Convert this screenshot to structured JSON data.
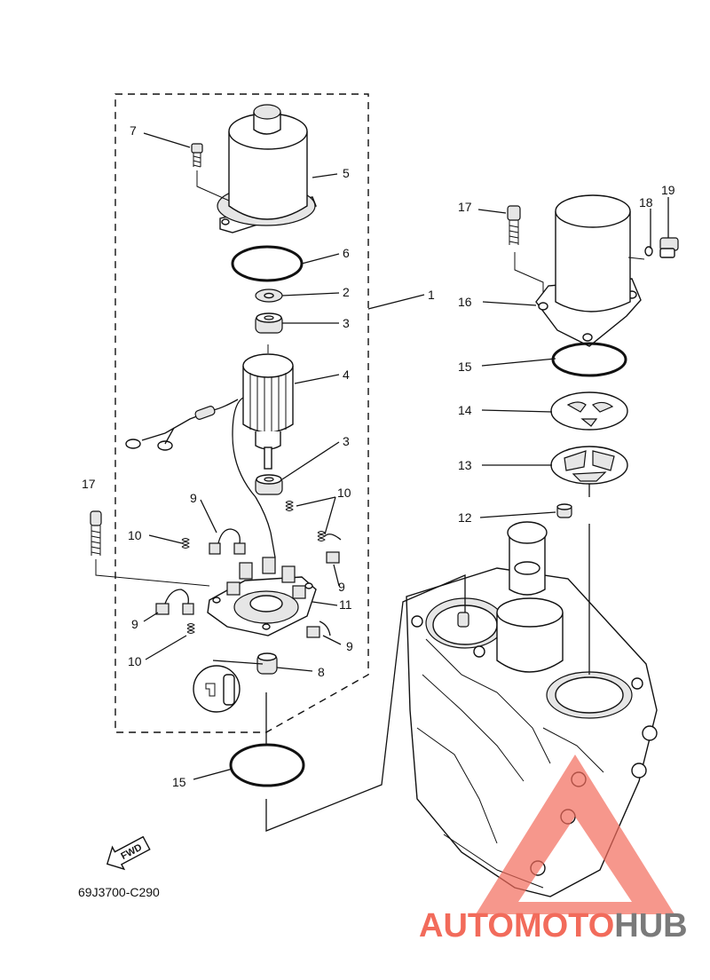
{
  "diagram_code": "69J3700-C290",
  "fwd_label": "FWD",
  "callouts": [
    {
      "id": "c1",
      "text": "1"
    },
    {
      "id": "c2",
      "text": "2"
    },
    {
      "id": "c3a",
      "text": "3"
    },
    {
      "id": "c3b",
      "text": "3"
    },
    {
      "id": "c4",
      "text": "4"
    },
    {
      "id": "c5",
      "text": "5"
    },
    {
      "id": "c6",
      "text": "6"
    },
    {
      "id": "c7",
      "text": "7"
    },
    {
      "id": "c8",
      "text": "8"
    },
    {
      "id": "c9a",
      "text": "9"
    },
    {
      "id": "c9b",
      "text": "9"
    },
    {
      "id": "c9c",
      "text": "9"
    },
    {
      "id": "c9d",
      "text": "9"
    },
    {
      "id": "c10a",
      "text": "10"
    },
    {
      "id": "c10b",
      "text": "10"
    },
    {
      "id": "c10c",
      "text": "10"
    },
    {
      "id": "c11",
      "text": "11"
    },
    {
      "id": "c12",
      "text": "12"
    },
    {
      "id": "c13",
      "text": "13"
    },
    {
      "id": "c14",
      "text": "14"
    },
    {
      "id": "c15a",
      "text": "15"
    },
    {
      "id": "c15b",
      "text": "15"
    },
    {
      "id": "c16",
      "text": "16"
    },
    {
      "id": "c17a",
      "text": "17"
    },
    {
      "id": "c17b",
      "text": "17"
    },
    {
      "id": "c18",
      "text": "18"
    },
    {
      "id": "c19",
      "text": "19"
    }
  ],
  "watermark": {
    "part1": "AUTOMOTO",
    "part2": "HUB",
    "color1": "#f26b5b",
    "color2": "#7a7a7a",
    "triangle_color": "#f26b5b"
  }
}
